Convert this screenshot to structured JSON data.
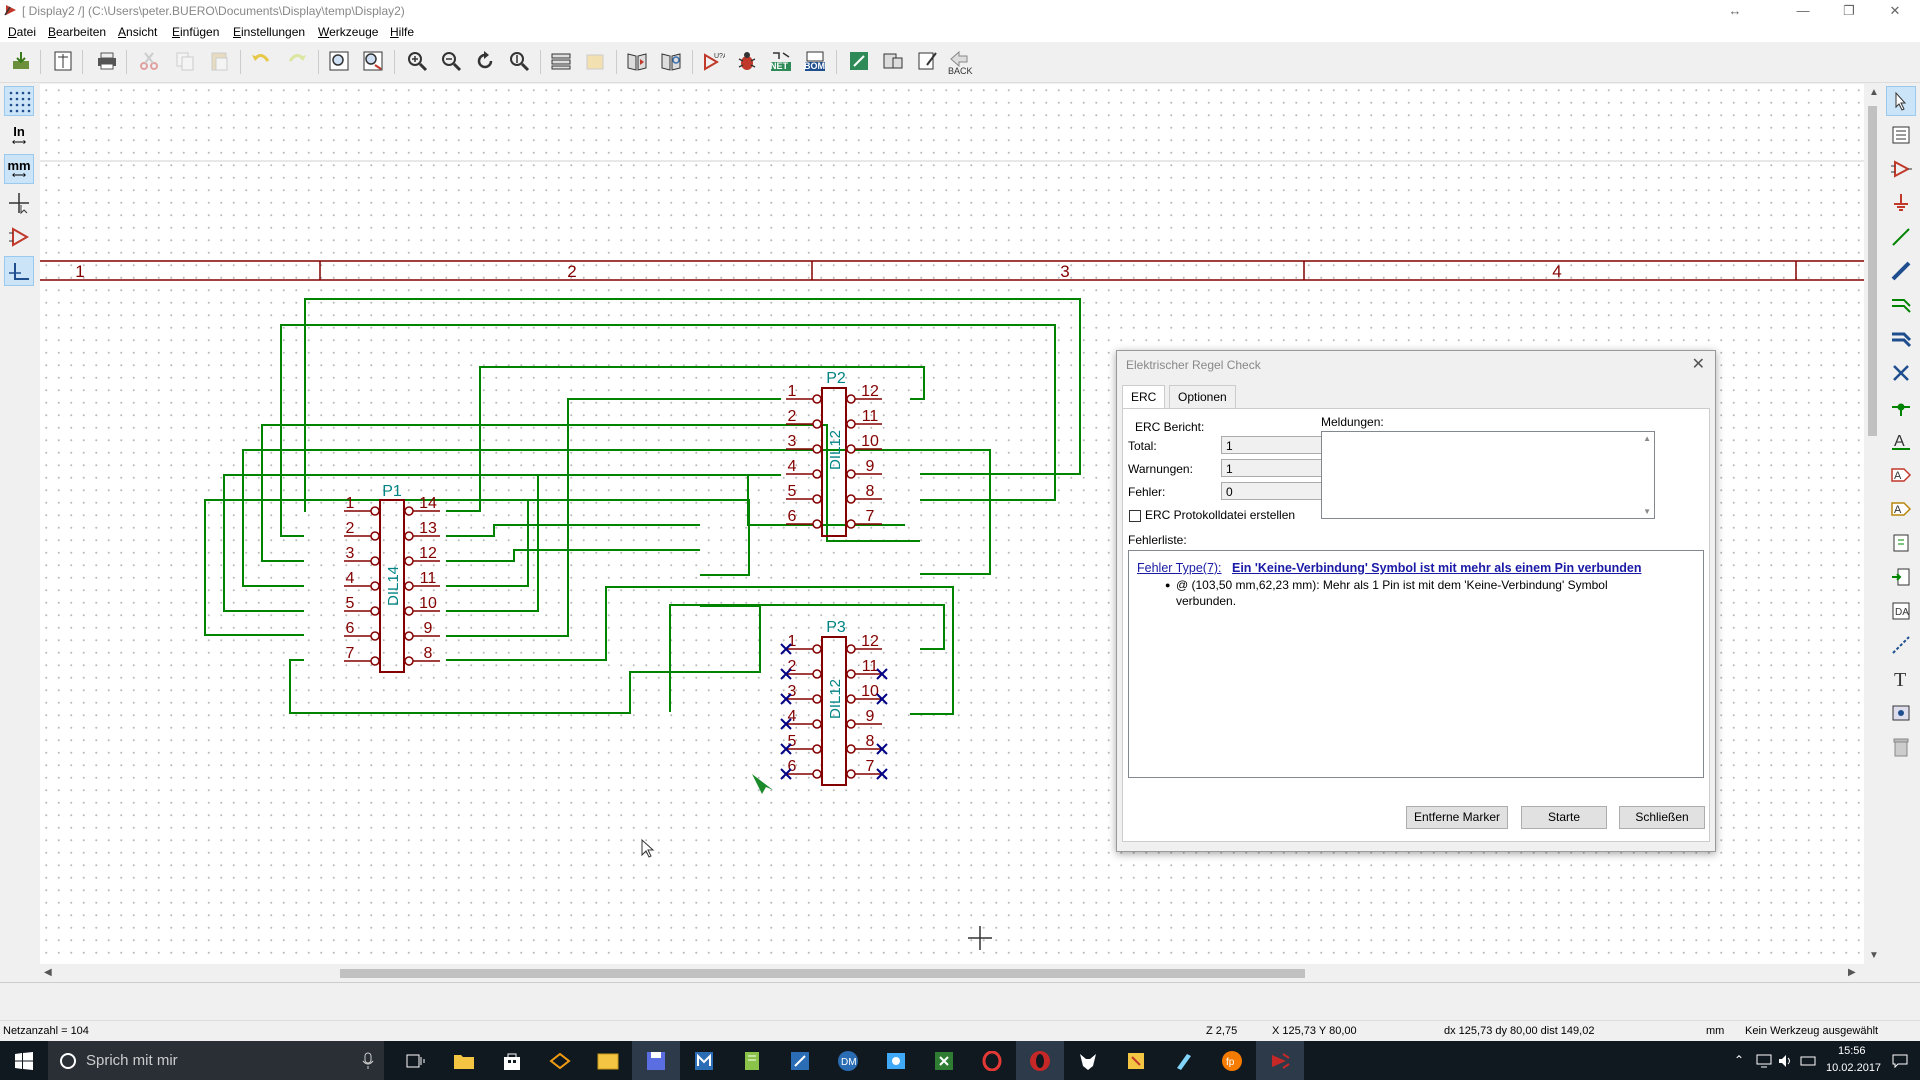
{
  "window": {
    "title": "[ Display2 /] (C:\\Users\\peter.BUERO\\Documents\\Display\\temp\\Display2)",
    "extra_icon": "↔",
    "minimize": "—",
    "restore": "❐",
    "close": "✕"
  },
  "menu": [
    "Datei",
    "Bearbeiten",
    "Ansicht",
    "Einfügen",
    "Einstellungen",
    "Werkzeuge",
    "Hilfe"
  ],
  "toolbar": {
    "back_label": "BACK",
    "net_label": "NET",
    "bom_label": "BOM"
  },
  "left_tools": {
    "in_label": "In",
    "mm_label": "mm"
  },
  "schematic": {
    "frame_columns": [
      "1",
      "2",
      "3",
      "4"
    ],
    "components": [
      {
        "ref": "P1",
        "value": "DIL14",
        "left_pins": [
          "1",
          "2",
          "3",
          "4",
          "5",
          "6",
          "7"
        ],
        "right_pins": [
          "14",
          "13",
          "12",
          "11",
          "10",
          "9",
          "8"
        ]
      },
      {
        "ref": "P2",
        "value": "DIL12",
        "left_pins": [
          "1",
          "2",
          "3",
          "4",
          "5",
          "6"
        ],
        "right_pins": [
          "12",
          "11",
          "10",
          "9",
          "8",
          "7"
        ]
      },
      {
        "ref": "P3",
        "value": "DIL12",
        "left_pins": [
          "1",
          "2",
          "3",
          "4",
          "5",
          "6"
        ],
        "right_pins": [
          "12",
          "11",
          "10",
          "9",
          "8",
          "7"
        ]
      }
    ],
    "colors": {
      "frame": "#840000",
      "wire": "#008400",
      "component": "#840000",
      "reference": "#008484",
      "pin_number": "#840000",
      "no_connect": "#000084"
    }
  },
  "dialog": {
    "title": "Elektrischer Regel Check",
    "close": "✕",
    "tabs": [
      "ERC",
      "Optionen"
    ],
    "report_group": "ERC Bericht:",
    "total_label": "Total:",
    "total_value": "1",
    "warnings_label": "Warnungen:",
    "warnings_value": "1",
    "errors_label": "Fehler:",
    "errors_value": "0",
    "protocol_checkbox": "ERC Protokolldatei erstellen",
    "messages_label": "Meldungen:",
    "errorlist_label": "Fehlerliste:",
    "error_type": "Fehler Type(7):",
    "error_title": "Ein 'Keine-Verbindung' Symbol ist mit mehr als einem Pin verbunden",
    "error_detail_line1": "@ (103,50 mm,62,23 mm): Mehr als 1 Pin ist mit dem 'Keine-Verbindung' Symbol",
    "error_detail_line2": "verbunden.",
    "buttons": {
      "remove_markers": "Entferne Marker",
      "start": "Starte",
      "close": "Schließen"
    }
  },
  "status": {
    "net_count": "Netzanzahl = 104",
    "zoom": "Z 2,75",
    "cursor": "X 125,73  Y 80,00",
    "delta": "dx 125,73  dy 80,00  dist 149,02",
    "units": "mm",
    "tool": "Kein Werkzeug ausgewählt"
  },
  "taskbar": {
    "search_placeholder": "Sprich mit mir",
    "time": "15:56",
    "date": "10.02.2017"
  }
}
